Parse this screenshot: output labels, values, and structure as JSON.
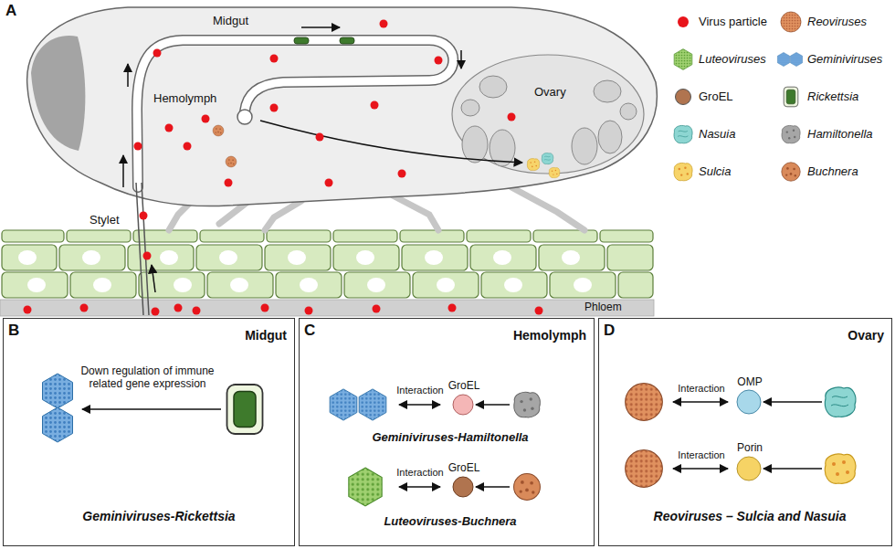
{
  "diagram": {
    "nodes": [
      {
        "text": [
          "B",
          "Midgut",
          "Down regulation of immune related gene expression",
          "Geminiviruses-Rickettsia"
        ]
      },
      {
        "text": [
          "C",
          "Hemolymph",
          "Interaction",
          "GroEL",
          "Geminiviruses-Hamiltonella",
          "Interaction",
          "GroEL",
          "Luteoviruses-Buchnera"
        ]
      },
      {
        "text": [
          "D",
          "Ovary",
          "Interaction",
          "OMP",
          "Interaction",
          "Porin",
          "Reoviruses – Sulcia and Nasuia"
        ]
      }
    ],
    "labels": [
      "A",
      "Midgut",
      "Hemolymph",
      "Stylet",
      "Ovary",
      "Phloem"
    ],
    "legend": [
      {
        "text": "Virus particle",
        "color": "#e8141b"
      },
      {
        "text": "Reoviruses"
      },
      {
        "text": "Luteoviruses"
      },
      {
        "text": "Geminiviruses"
      },
      {
        "text": "GroEL",
        "color": "#b0744f"
      },
      {
        "text": "Rickettsia"
      },
      {
        "text": "Nasuia"
      },
      {
        "text": "Hamiltonella"
      },
      {
        "text": "Sulcia"
      },
      {
        "text": "Buchnera"
      }
    ]
  }
}
